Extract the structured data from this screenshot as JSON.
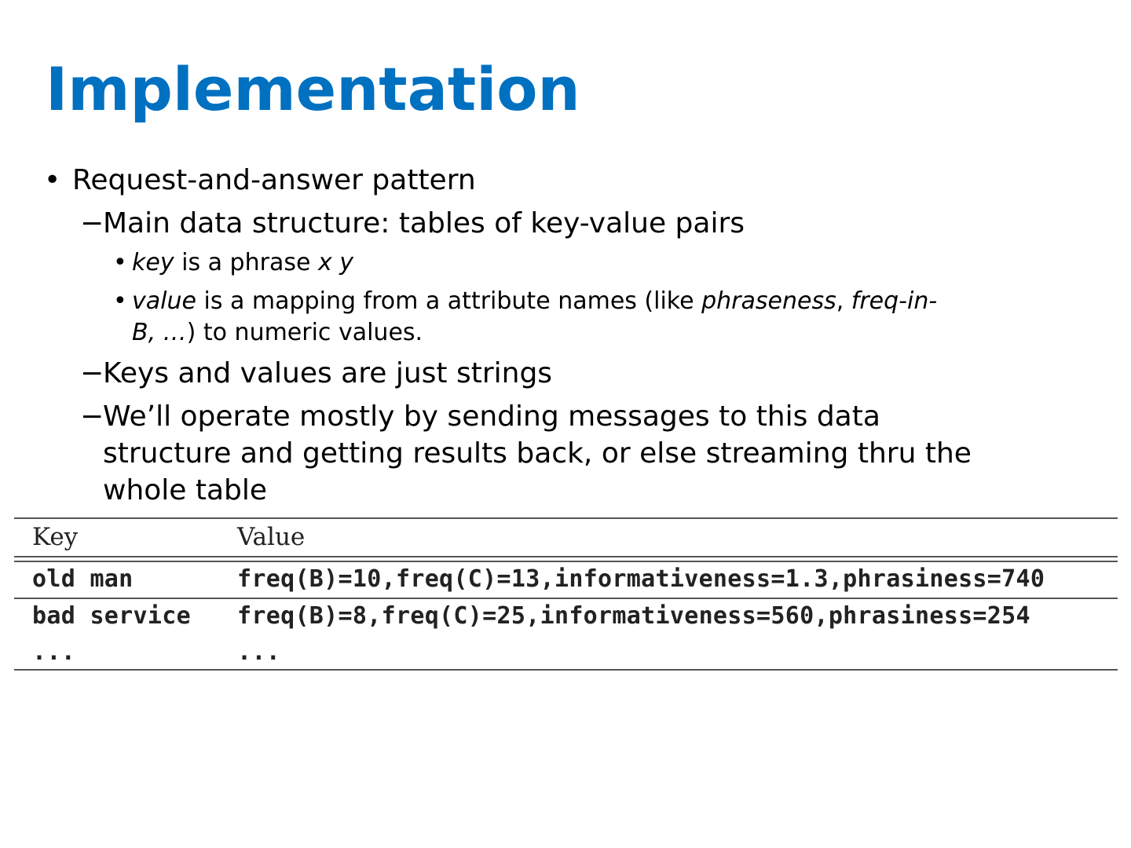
{
  "slide": {
    "title": "Implementation",
    "bullet_marker": "•",
    "dash_marker": "−",
    "b1": "Request-and-answer pattern",
    "b1_1": "Main data structure: tables of key-value pairs",
    "b1_1_1": {
      "term": "key",
      "mid": " is a phrase ",
      "var": "x y"
    },
    "b1_1_2": {
      "term": "value",
      "text1": " is a mapping from a attribute names (like ",
      "attr1": "phraseness",
      "comma": ", ",
      "attr2a": "freq-in-",
      "attr2b": "B, …",
      "text2": ") to numeric values."
    },
    "b1_2": "Keys and values are just strings",
    "b1_3": {
      "line1": "We’ll operate mostly by sending messages to this data",
      "line2": "structure and getting results back, or else streaming thru the",
      "line3": "whole table"
    }
  },
  "table": {
    "headers": [
      "Key",
      "Value"
    ],
    "rows": [
      {
        "key": "old man",
        "value": "freq(B)=10,freq(C)=13,informativeness=1.3,phrasiness=740"
      },
      {
        "key": "bad service",
        "value": "freq(B)=8,freq(C)=25,informativeness=560,phrasiness=254"
      },
      {
        "key": "...",
        "value": "..."
      }
    ]
  }
}
